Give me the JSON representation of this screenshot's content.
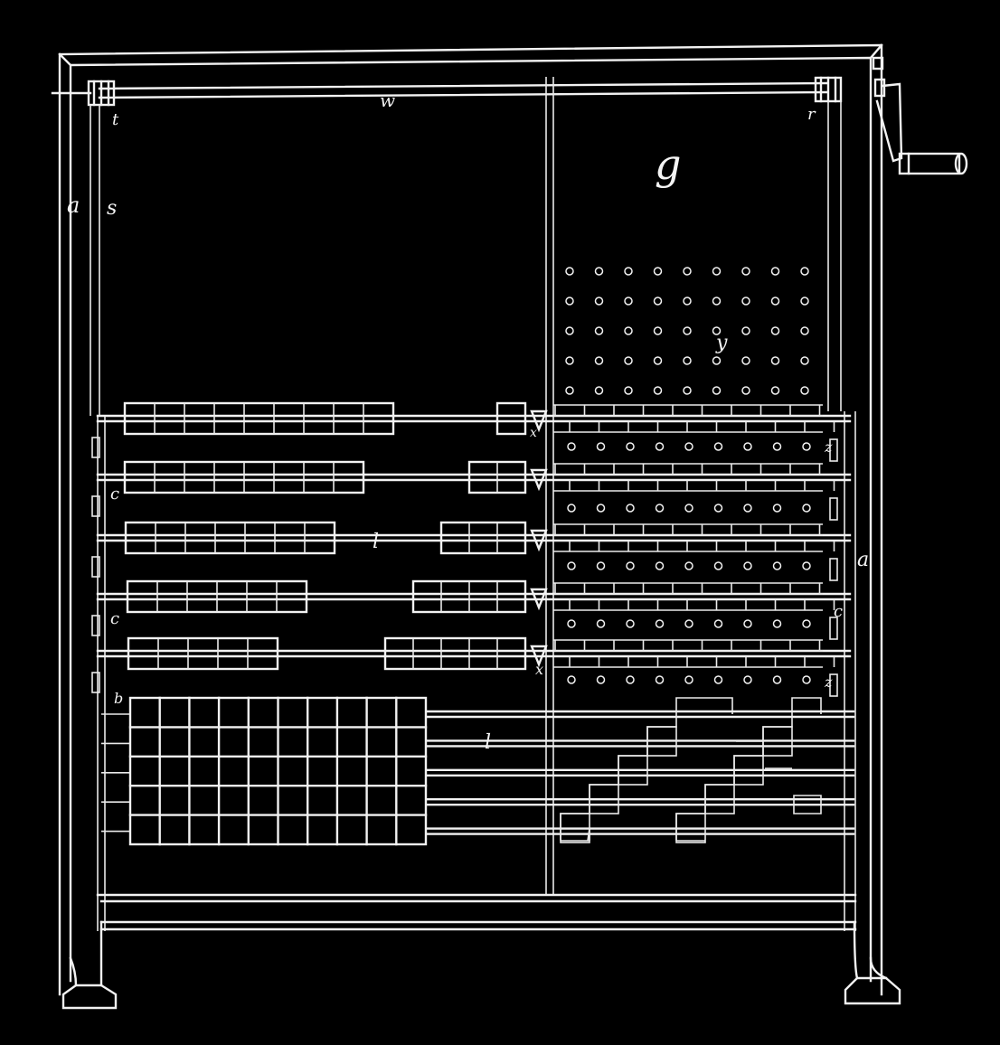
{
  "labels": {
    "a_left": "a",
    "s": "s",
    "t": "t",
    "w": "w",
    "r": "r",
    "g": "g",
    "y": "y",
    "x_top": "x",
    "x_bottom": "x",
    "c_left_1": "c",
    "c_left_2": "c",
    "b_left": "b",
    "l_mid": "l",
    "l_lower": "l",
    "a_right": "a",
    "c_right": "c",
    "z_right_1": "z",
    "z_right_2": "z"
  },
  "colors": {
    "background": "#000000",
    "ink": "#f2f2f2"
  }
}
